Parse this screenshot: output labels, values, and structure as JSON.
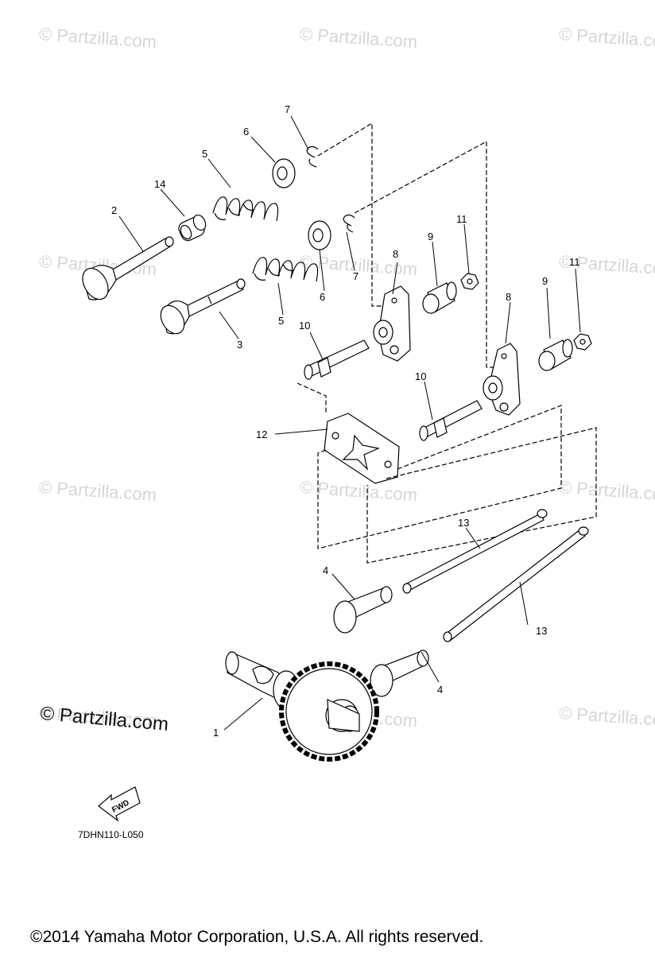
{
  "watermarks": [
    "© Partzilla.com",
    "© Partzilla.com",
    "© Partzilla.com",
    "© Partzilla.com",
    "© Partzilla.com",
    "© Partzilla.com",
    "© Partzilla.com",
    "© Partzilla.com",
    "© Partzilla.com",
    "© Partzilla.com",
    "© Partzilla.com",
    "© Partzilla.com"
  ],
  "main_watermark": "© Partzilla.com",
  "callouts": {
    "c1": "1",
    "c2": "2",
    "c3": "3",
    "c4a": "4",
    "c4b": "4",
    "c5a": "5",
    "c5b": "5",
    "c6a": "6",
    "c6b": "6",
    "c7a": "7",
    "c7b": "7",
    "c8a": "8",
    "c8b": "8",
    "c9a": "9",
    "c9b": "9",
    "c10a": "10",
    "c10b": "10",
    "c11a": "11",
    "c11b": "11",
    "c12": "12",
    "c13a": "13",
    "c13b": "13",
    "c14": "14"
  },
  "fwd_label": "FWD",
  "diagram_code": "7DHN110-L050",
  "copyright": "©2014  Yamaha Motor Corporation, U.S.A. All rights reserved."
}
